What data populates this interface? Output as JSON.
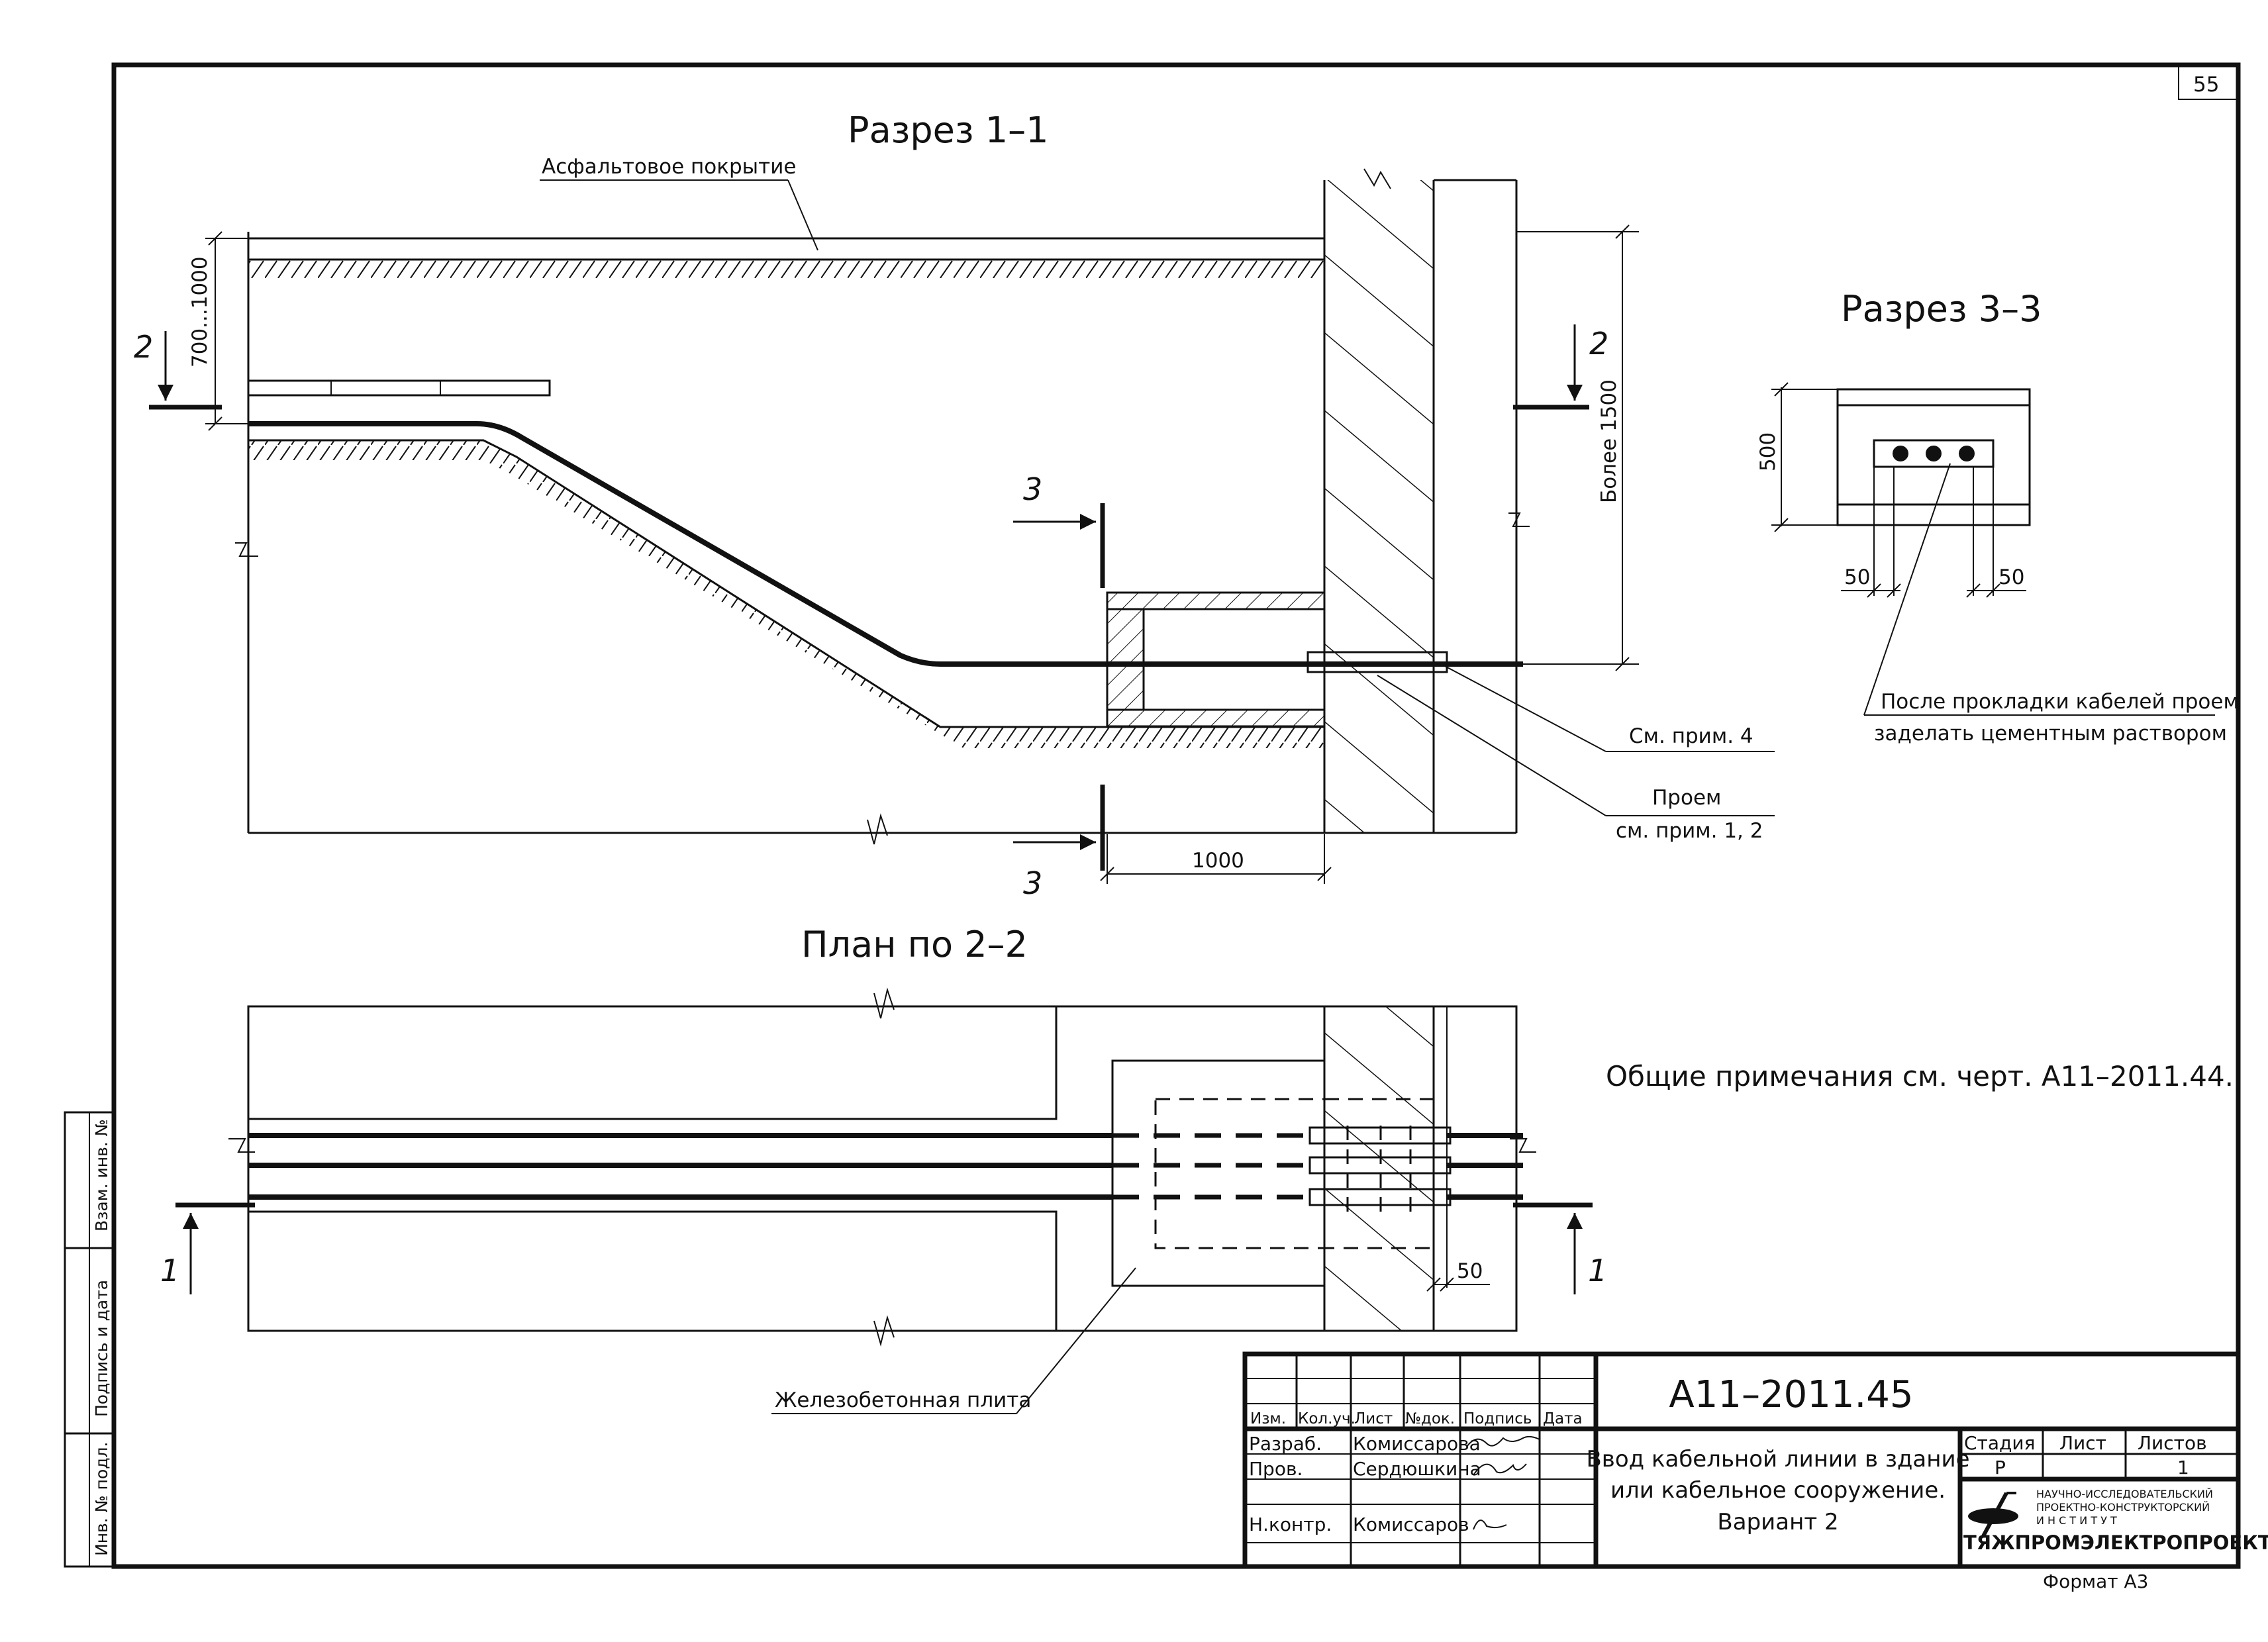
{
  "sheet_number": "55",
  "views": {
    "section_1_1": {
      "title": "Разрез 1–1",
      "asphalt_label": "Асфальтовое покрытие",
      "depth_dim": "700...1000",
      "height_dim": "Более 1500",
      "width_dim": "1000",
      "cut_2_label": "2",
      "cut_3_label": "3",
      "callout_note4": "См. прим. 4",
      "callout_opening_1": "Проем",
      "callout_opening_2": "см. прим. 1, 2"
    },
    "section_3_3": {
      "title": "Разрез 3–3",
      "height_dim": "500",
      "left_dim": "50",
      "right_dim": "50",
      "note_line1": "После прокладки кабелей проем",
      "note_line2": "заделать цементным раствором"
    },
    "plan_2_2": {
      "title": "План по 2–2",
      "cut_1_label": "1",
      "dim_50": "50",
      "slab_label": "Железобетонная плита"
    }
  },
  "general_note": "Общие примечания см. черт. А11–2011.44.",
  "side_stamp": {
    "col1": "Инв. № подл.",
    "col2": "Подпись и дата",
    "col3": "Взам. инв. №"
  },
  "title_block": {
    "code": "А11–2011.45",
    "headers": [
      "Изм.",
      "Кол.уч.",
      "Лист",
      "№док.",
      "Подпись",
      "Дата"
    ],
    "rows": [
      {
        "role": "Разраб.",
        "name": "Комиссарова"
      },
      {
        "role": "Пров.",
        "name": "Сердюшкина"
      },
      {
        "role": "",
        "name": ""
      },
      {
        "role": "Н.контр.",
        "name": "Комиссаров"
      }
    ],
    "doc_name_1": "Ввод кабельной линии в здание",
    "doc_name_2": "или кабельное сооружение.",
    "doc_name_3": "Вариант 2",
    "stage_header": "Стадия",
    "sheet_header": "Лист",
    "sheets_header": "Листов",
    "stage_value": "Р",
    "sheet_value": "",
    "sheets_value": "1",
    "org_small_1": "НАУЧНО-ИССЛЕДОВАТЕЛЬСКИЙ",
    "org_small_2": "ПРОЕКТНО-КОНСТРУКТОРСКИЙ",
    "org_small_3": "И Н С Т И Т У Т",
    "org_name": "ТЯЖПРОМЭЛЕКТРОПРОЕКТ",
    "format": "Формат А3"
  }
}
